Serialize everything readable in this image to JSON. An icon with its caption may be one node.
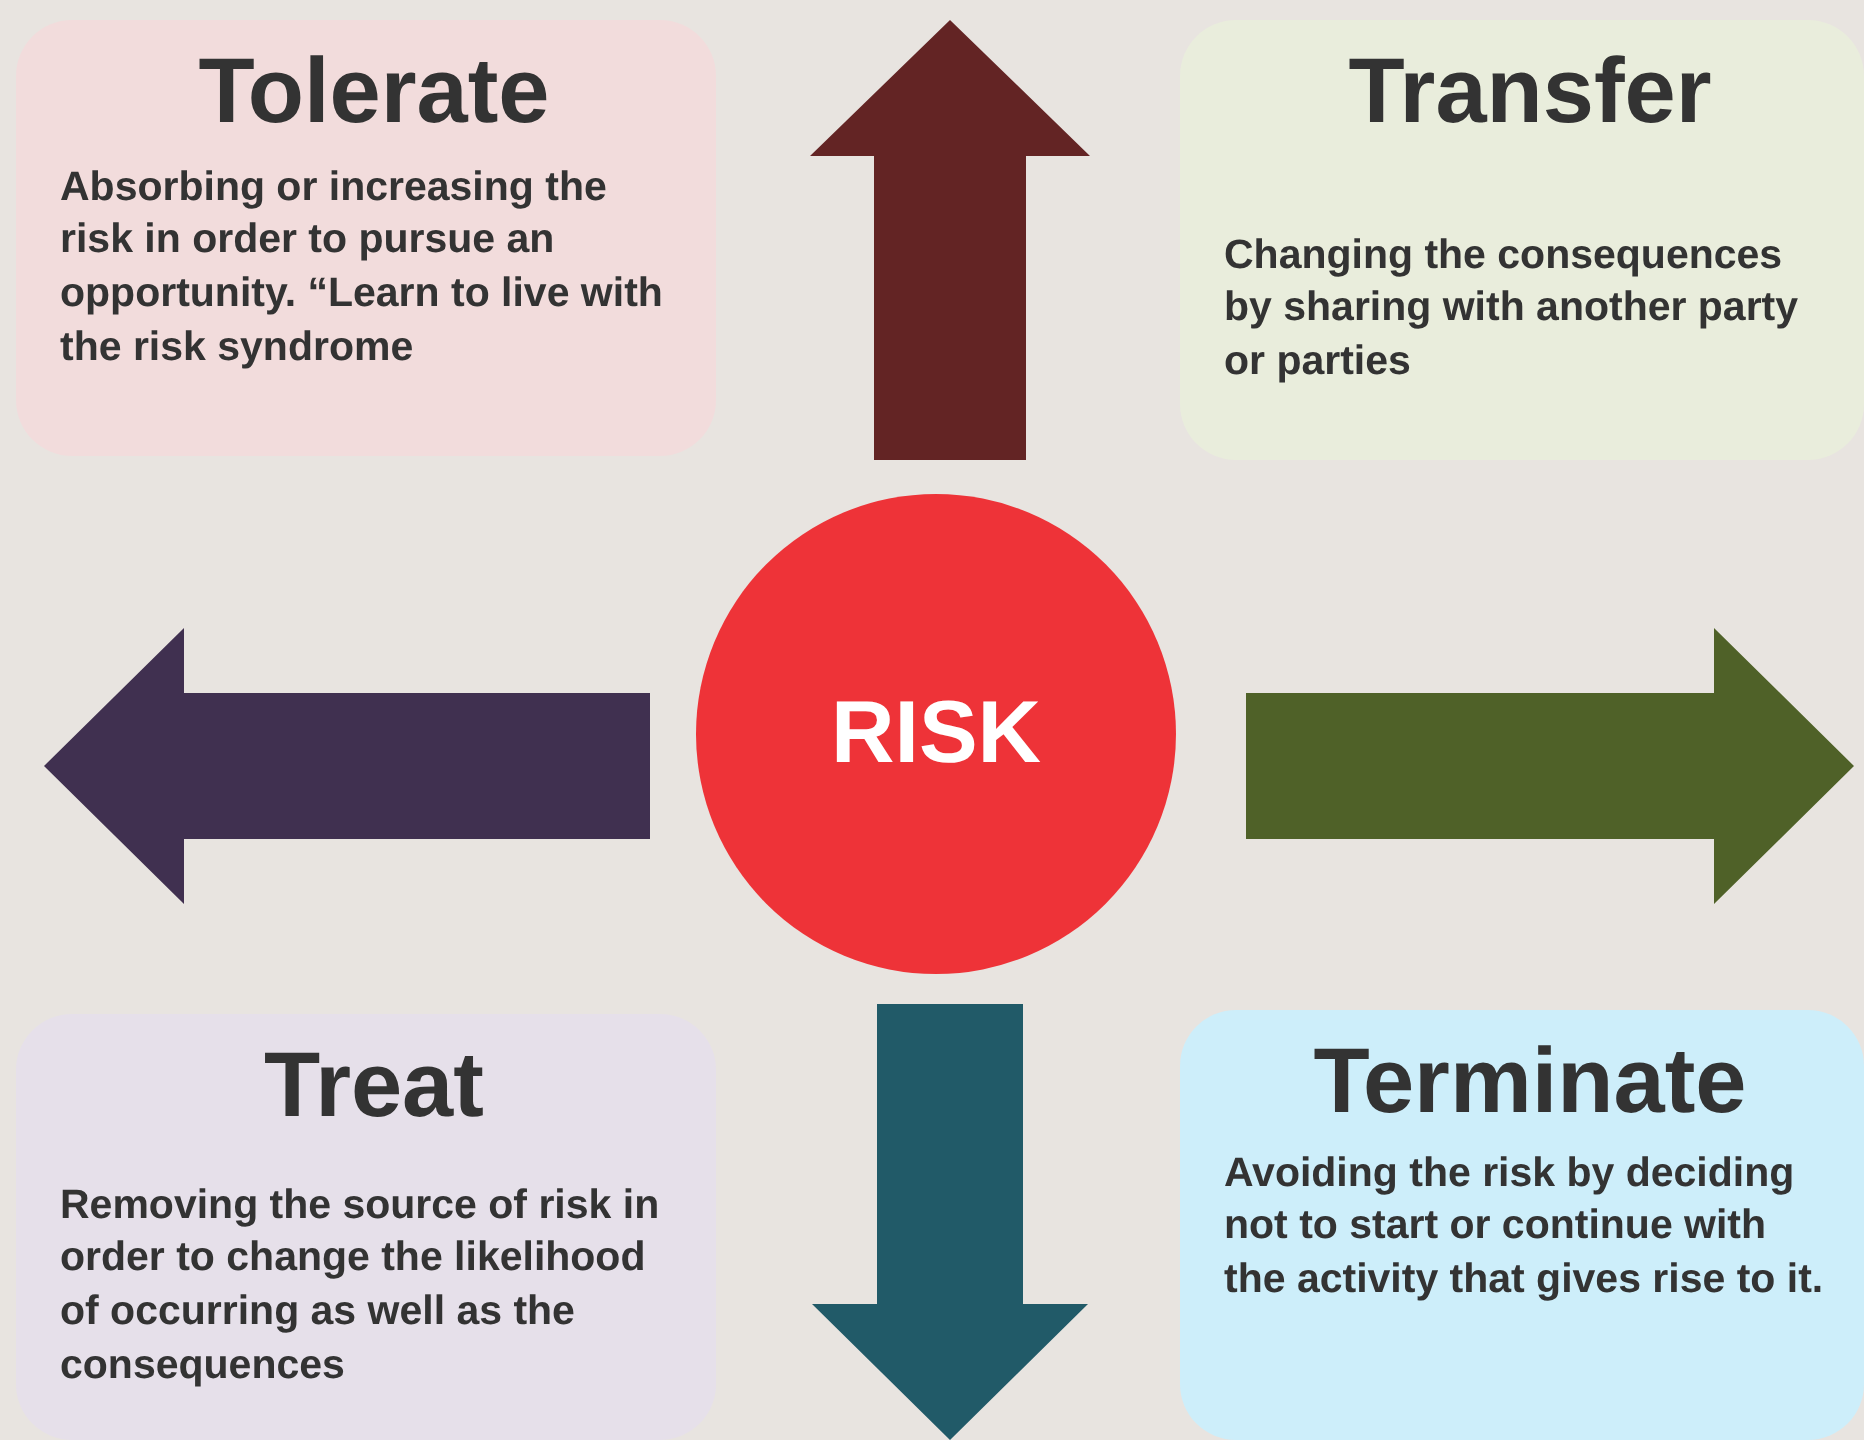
{
  "diagram": {
    "nodes": [
      {
        "text": [
          "Tolerate",
          "Absorbing or increasing the risk in order to pursue an opportunity. “Learn to live with the risk syndrome"
        ]
      },
      {
        "text": [
          "Transfer",
          "Changing the consequences by sharing with another party or parties"
        ]
      },
      {
        "text": [
          "RISK"
        ]
      },
      {
        "text": [
          "Treat",
          "Removing the source of risk in order to change the likelihood of occurring as well as the consequences"
        ]
      },
      {
        "text": [
          "Terminate",
          "Avoiding the risk by deciding not to start or continue with the activity that gives rise to it."
        ]
      }
    ]
  }
}
